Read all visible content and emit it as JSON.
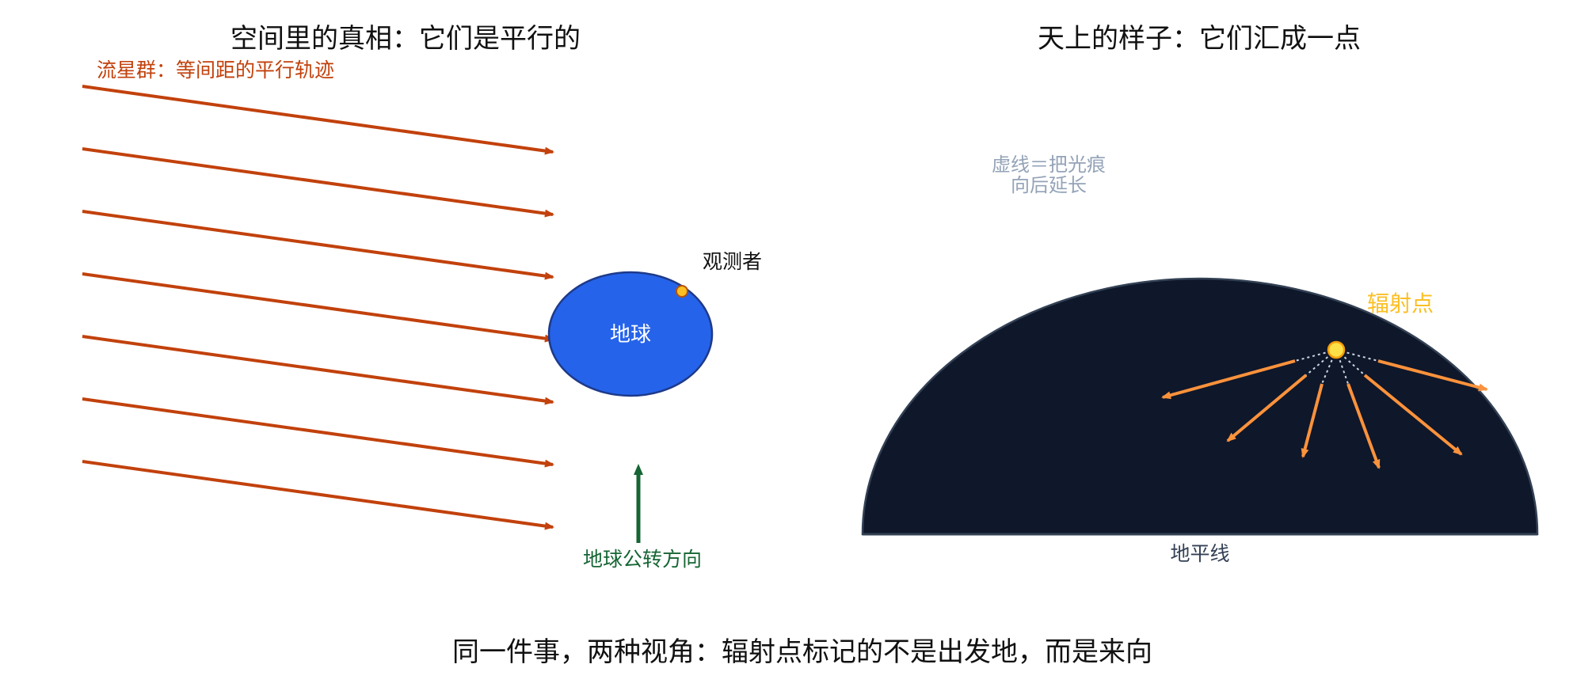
{
  "left_panel": {
    "title": "空间里的真相：它们是平行的",
    "meteor_label": "流星群：等间距的平行轨迹",
    "earth_label": "地球",
    "observer_label": "观测者",
    "orbit_label": "地球公转方向",
    "meteor_track_count": 7
  },
  "right_panel": {
    "title": "天上的样子：它们汇成一点",
    "note_line1": "虚线＝把光痕",
    "note_line2": "向后延长",
    "radiant_label": "辐射点",
    "horizon_label": "地平线",
    "streak_count": 6
  },
  "caption": "同一件事，两种视角：辐射点标记的不是出发地，而是来向",
  "colors": {
    "meteor_track": "#c2410c",
    "earth_fill": "#2563eb",
    "earth_stroke": "#1e3a8a",
    "observer_dot": "#fbbf24",
    "orbit_arrow": "#166534",
    "sky_fill": "#0f172a",
    "sky_stroke": "#334155",
    "streak": "#fb923c",
    "dotted_extension": "#cbd5e1",
    "radiant": "#fde047"
  }
}
